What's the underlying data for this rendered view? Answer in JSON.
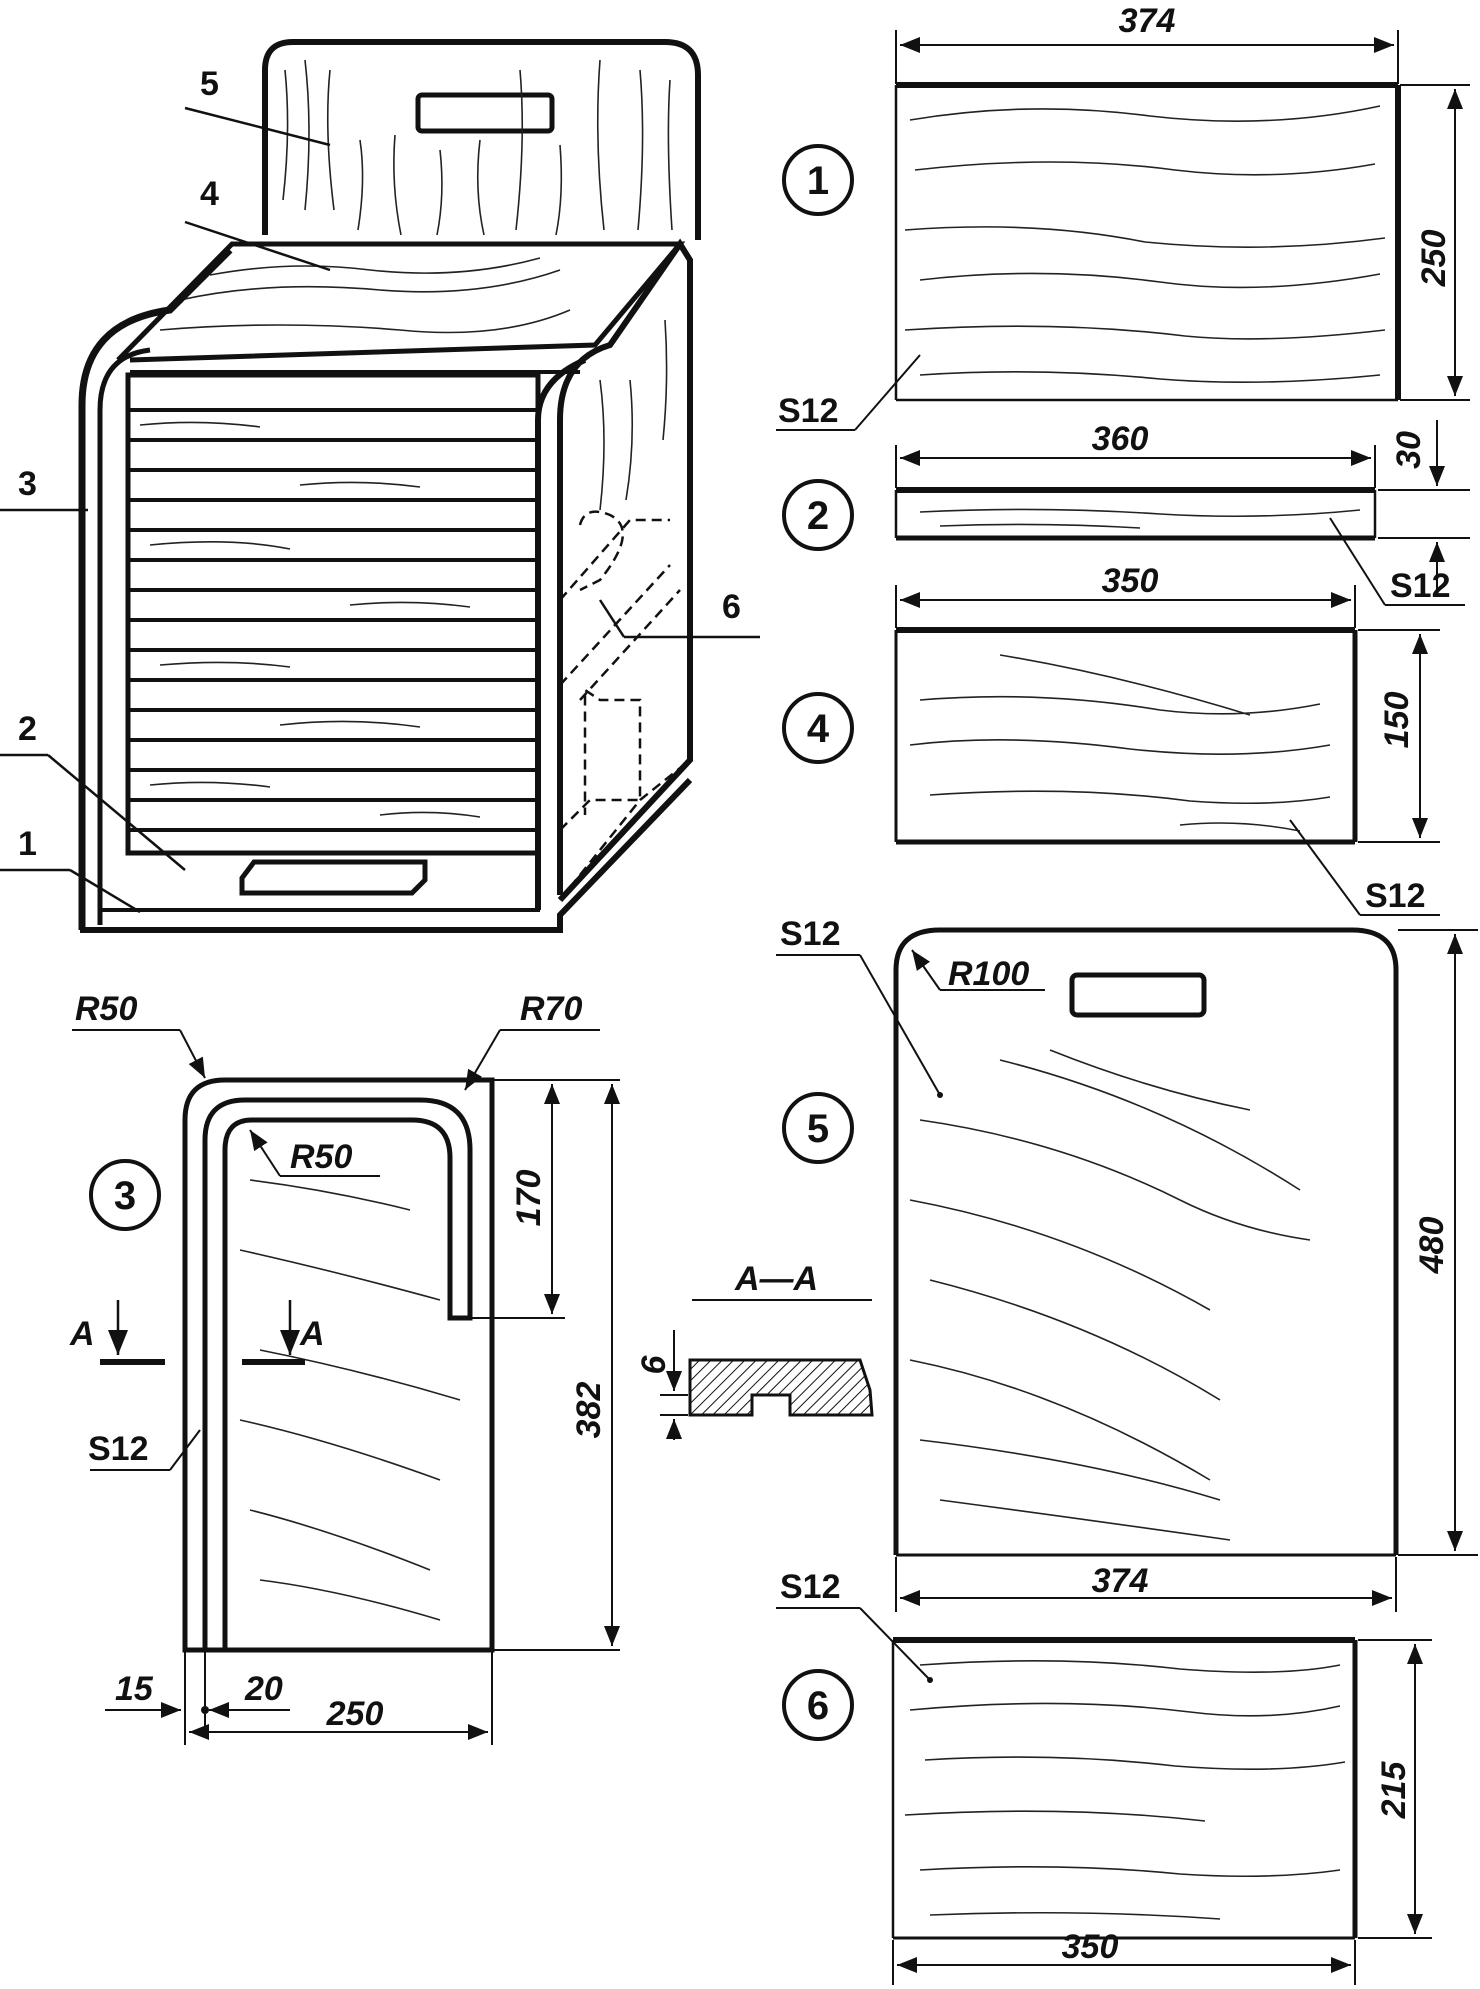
{
  "parts": {
    "p1": {
      "number": "1",
      "width": "374",
      "height": "250",
      "thickness": "S12"
    },
    "p2": {
      "number": "2",
      "width": "360",
      "height": "30",
      "thickness": "S12"
    },
    "p4": {
      "number": "4",
      "width": "350",
      "height": "150",
      "thickness": "S12"
    },
    "p5": {
      "number": "5",
      "width": "374",
      "height": "480",
      "radius": "R100",
      "thickness": "S12"
    },
    "p6": {
      "number": "6",
      "width": "350",
      "height": "215",
      "thickness": "S12"
    },
    "p3": {
      "number": "3",
      "outer_radius": "R50",
      "slot_radius": "R70",
      "inner_radius": "R50",
      "slot_height": "170",
      "height": "382",
      "width": "250",
      "edge_offset": "15",
      "groove_offset": "20",
      "thickness": "S12",
      "section_mark": "A"
    }
  },
  "section": {
    "title": "A—A",
    "groove_depth": "6"
  },
  "assembly_labels": [
    "1",
    "2",
    "3",
    "4",
    "5",
    "6"
  ]
}
